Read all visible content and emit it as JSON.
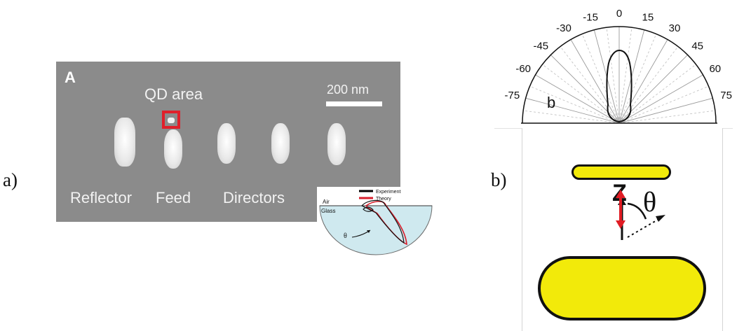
{
  "panel_labels": {
    "a": "a)",
    "b": "b)"
  },
  "sem_image": {
    "panel_letter": "A",
    "qd_area_label": "QD area",
    "scale_bar_label": "200 nm",
    "element_labels": {
      "reflector": "Reflector",
      "feed": "Feed",
      "directors": "Directors"
    }
  },
  "inset_plot": {
    "legend": {
      "experiment": "Experiment",
      "theory": "Theory"
    },
    "media": {
      "upper": "Air",
      "lower": "Glass"
    },
    "angle_symbol": "θ"
  },
  "polar_plot_b": {
    "panel_letter": "b",
    "angle_ticks": [
      "-75",
      "-60",
      "-45",
      "-30",
      "-15",
      "0",
      "15",
      "30",
      "45",
      "60",
      "75"
    ]
  },
  "antenna_diagram": {
    "axis_label": "Z",
    "angle_symbol": "θ"
  },
  "colors": {
    "sem_background": "#8b8b8b",
    "qd_box": "#e0202a",
    "theory_curve": "#d81f2c",
    "dipole_arrow": "#e01c24",
    "antenna_fill": "#f2ea0a",
    "inset_fill": "#cfe9ef"
  }
}
